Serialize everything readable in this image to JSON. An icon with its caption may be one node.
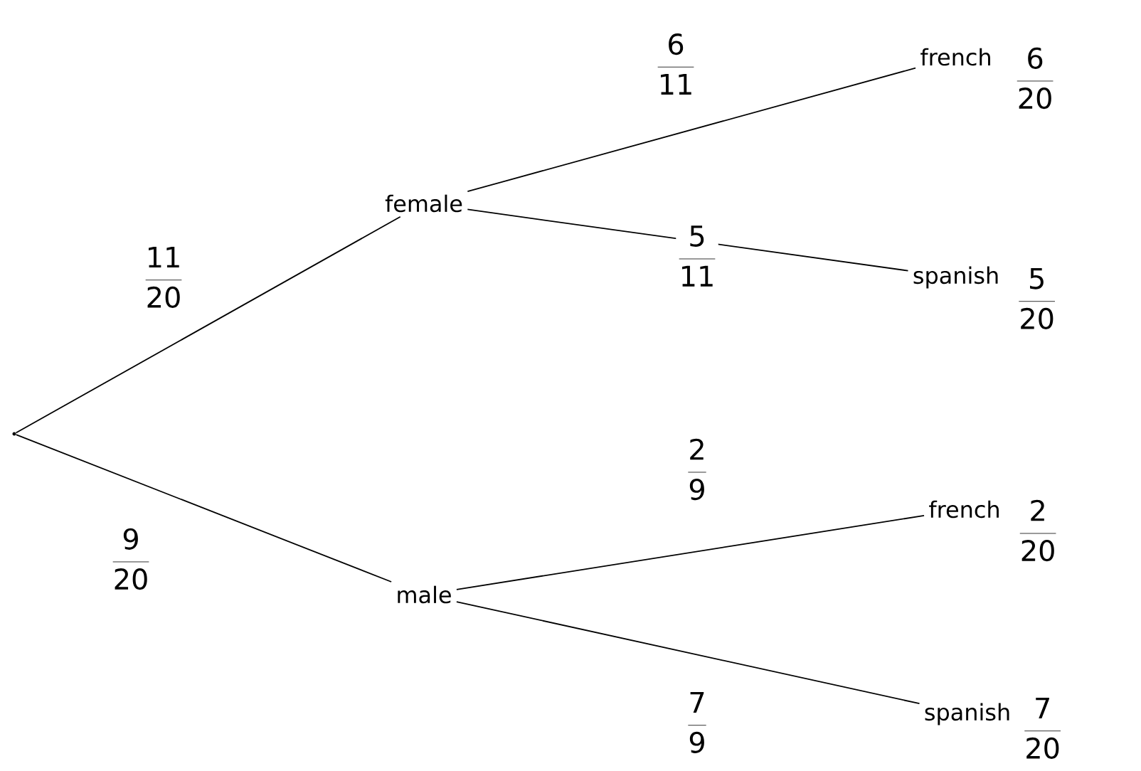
{
  "diagram": {
    "nodes": [
      {
        "text": [],
        "shape": "point"
      },
      {
        "text": [
          "female"
        ]
      },
      {
        "text": [
          "male"
        ]
      },
      {
        "text": [
          "french"
        ],
        "beside": [
          "\\frac{6}{20}"
        ]
      },
      {
        "text": [
          "spanish"
        ],
        "beside": [
          "\\frac{5}{20}"
        ]
      },
      {
        "text": [
          "french"
        ],
        "beside": [
          "\\frac{2}{20}"
        ]
      },
      {
        "text": [
          "spanish"
        ],
        "beside": [
          "\\frac{7}{20}"
        ]
      }
    ],
    "edges": [
      {
        "from": 0,
        "to": 1,
        "arrow": "none",
        "label": "\\frac{11}{20}"
      },
      {
        "from": 0,
        "to": 2,
        "arrow": "none",
        "label": "\\frac{9}{20}"
      },
      {
        "from": 1,
        "to": 3,
        "arrow": "none",
        "label": "\\frac{6}{11}"
      },
      {
        "from": 1,
        "to": 4,
        "arrow": "none",
        "label": "\\frac{5}{11}"
      },
      {
        "from": 2,
        "to": 5,
        "arrow": "none",
        "label": "\\frac{2}{9}"
      },
      {
        "from": 2,
        "to": 6,
        "arrow": "none",
        "label": "\\frac{7}{9}"
      }
    ]
  }
}
